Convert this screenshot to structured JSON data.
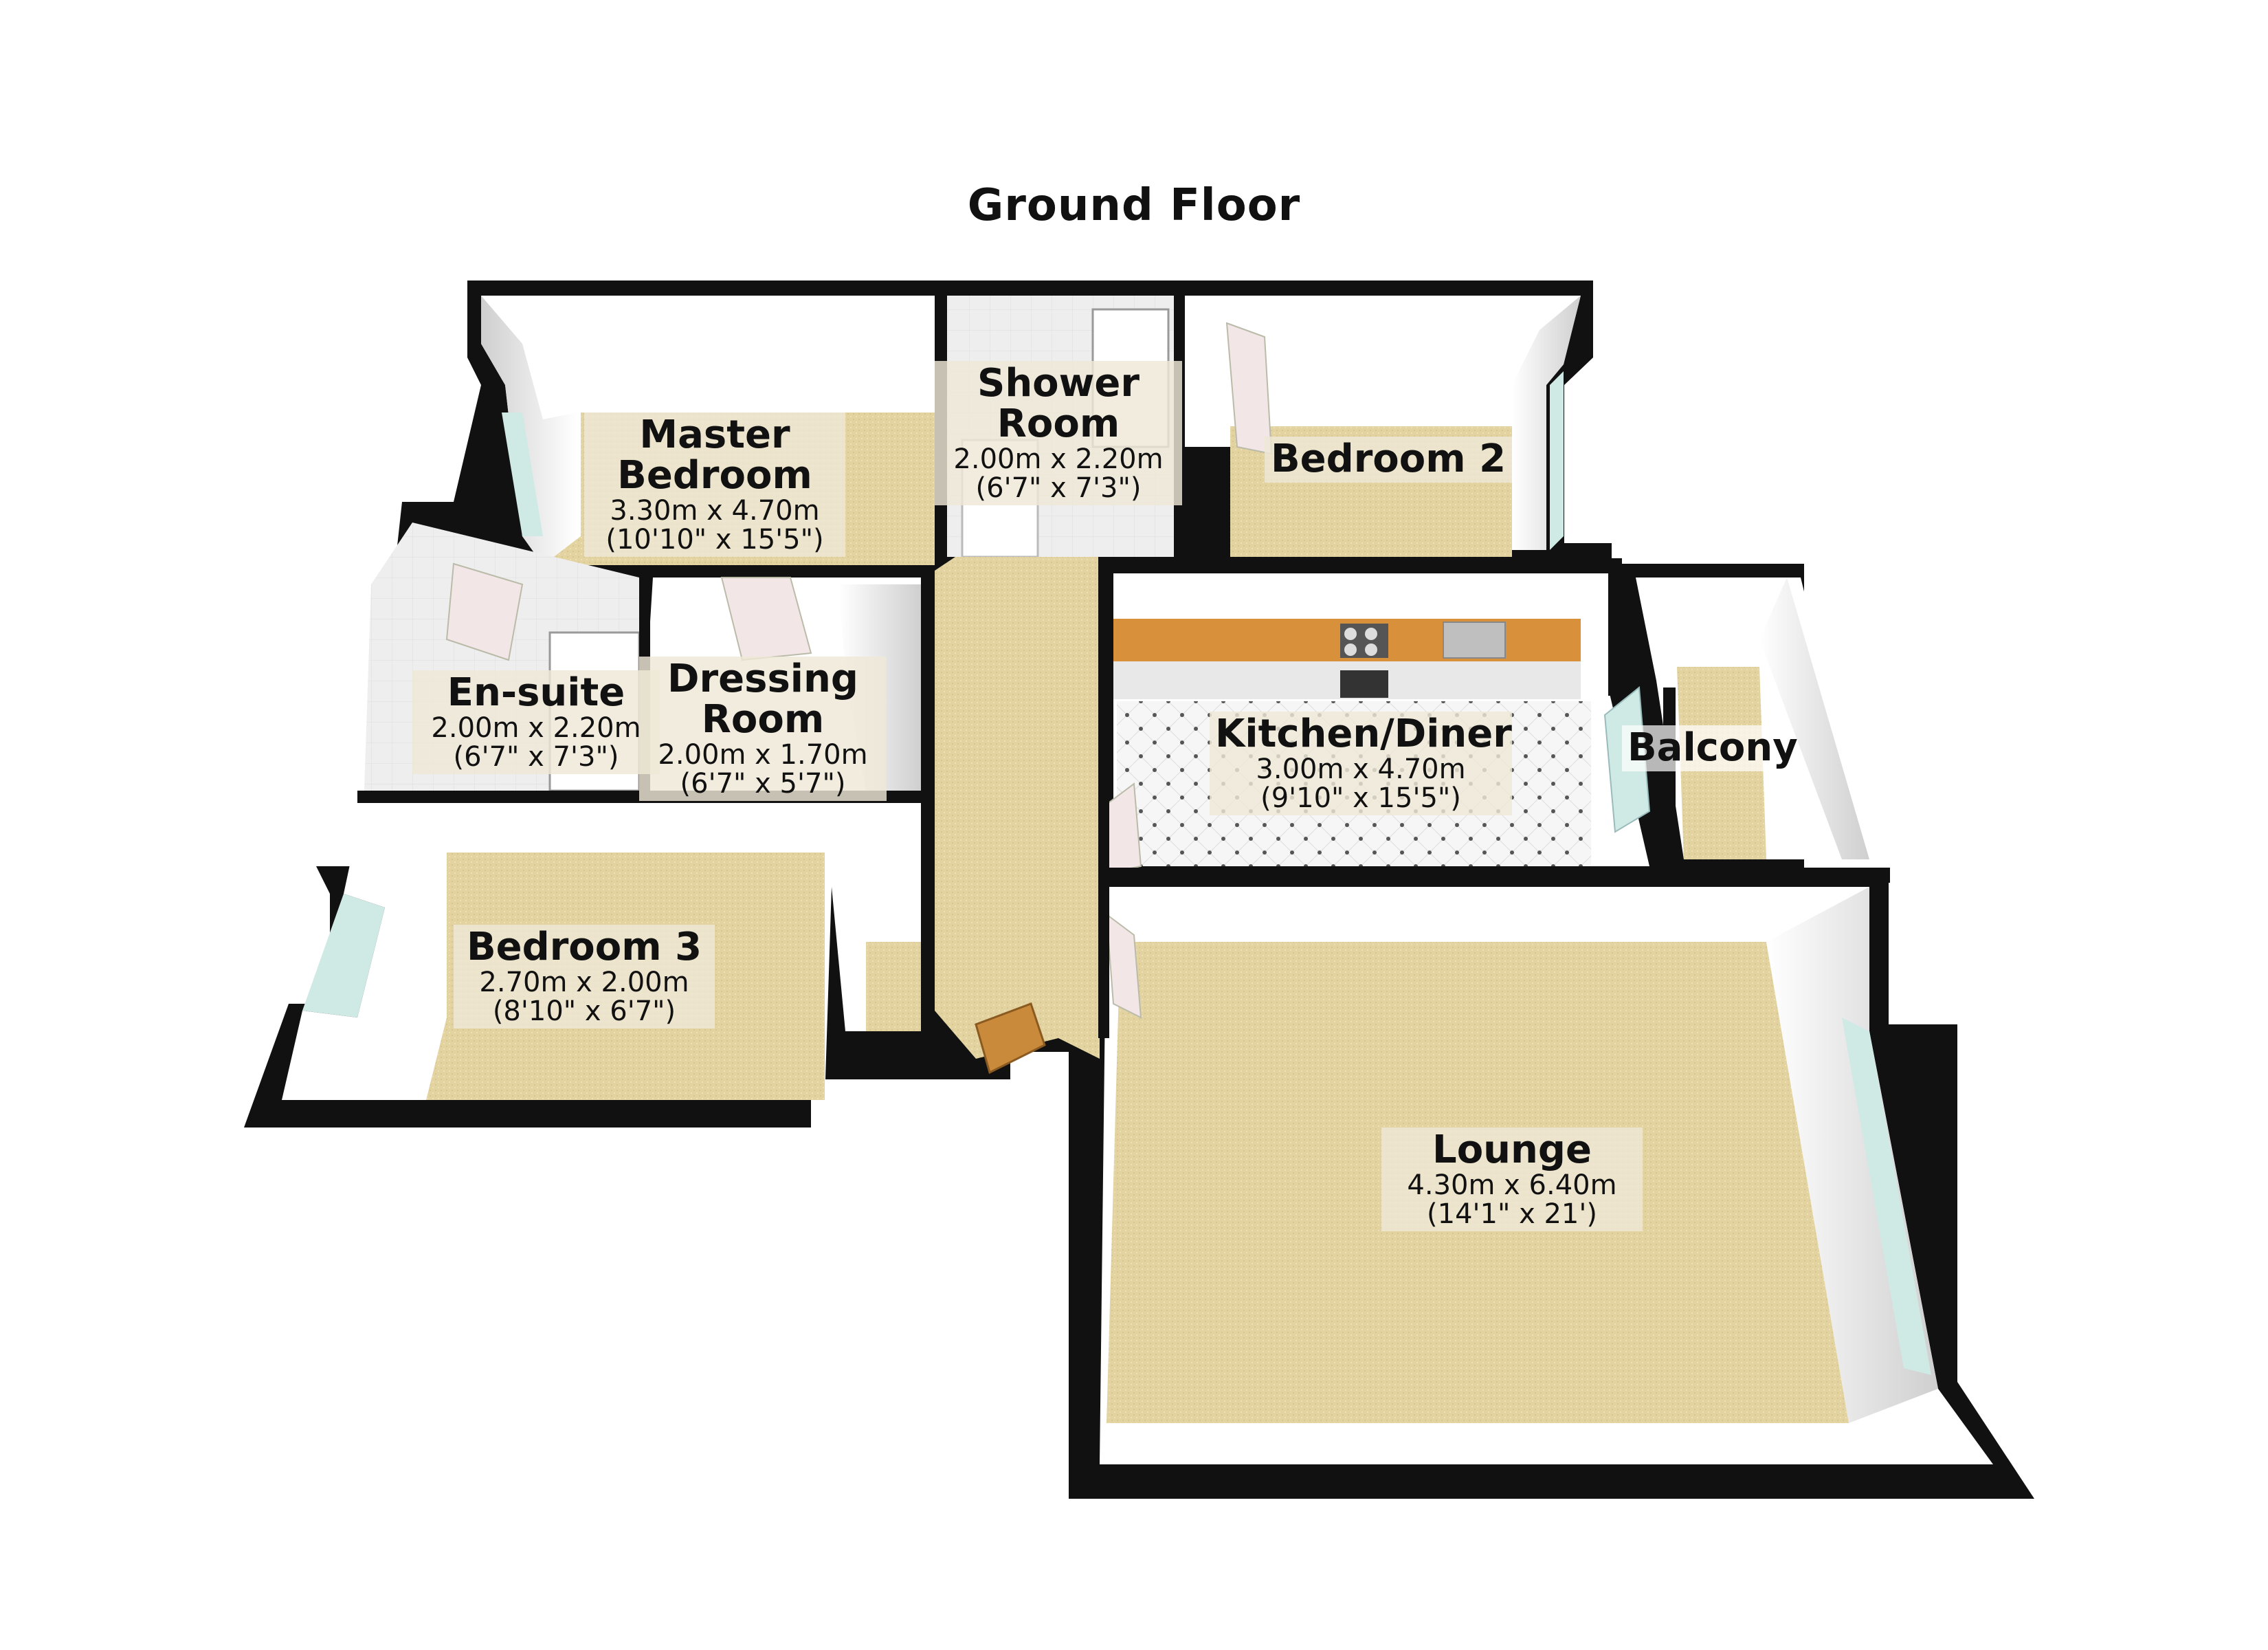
{
  "floor": {
    "title": "Ground Floor"
  },
  "rooms": {
    "master_bedroom": {
      "name_line1": "Master",
      "name_line2": "Bedroom",
      "metric": "3.30m x 4.70m",
      "imperial": "(10'10\" x 15'5\")"
    },
    "shower_room": {
      "name_line1": "Shower",
      "name_line2": "Room",
      "metric": "2.00m x 2.20m",
      "imperial": "(6'7\" x 7'3\")"
    },
    "bedroom_2": {
      "name": "Bedroom 2"
    },
    "en_suite": {
      "name": "En-suite",
      "metric": "2.00m x 2.20m",
      "imperial": "(6'7\" x 7'3\")"
    },
    "dressing_room": {
      "name_line1": "Dressing",
      "name_line2": "Room",
      "metric": "2.00m x 1.70m",
      "imperial": "(6'7\" x 5'7\")"
    },
    "kitchen_diner": {
      "name": "Kitchen/Diner",
      "metric": "3.00m x 4.70m",
      "imperial": "(9'10\" x 15'5\")"
    },
    "balcony": {
      "name": "Balcony"
    },
    "bedroom_3": {
      "name": "Bedroom 3",
      "metric": "2.70m x 2.00m",
      "imperial": "(8'10\" x 6'7\")"
    },
    "lounge": {
      "name": "Lounge",
      "metric": "4.30m x 6.40m",
      "imperial": "(14'1\" x 21')"
    }
  },
  "colors": {
    "carpet": "#e3d3a0",
    "hall": "#d8cda6",
    "wall": "#ffffff",
    "wall_outline": "#111111",
    "tile_floor": "#f4f4f4",
    "worktop": "#d9903a",
    "window": "#cfeae6",
    "door": "#f2e6e6"
  }
}
